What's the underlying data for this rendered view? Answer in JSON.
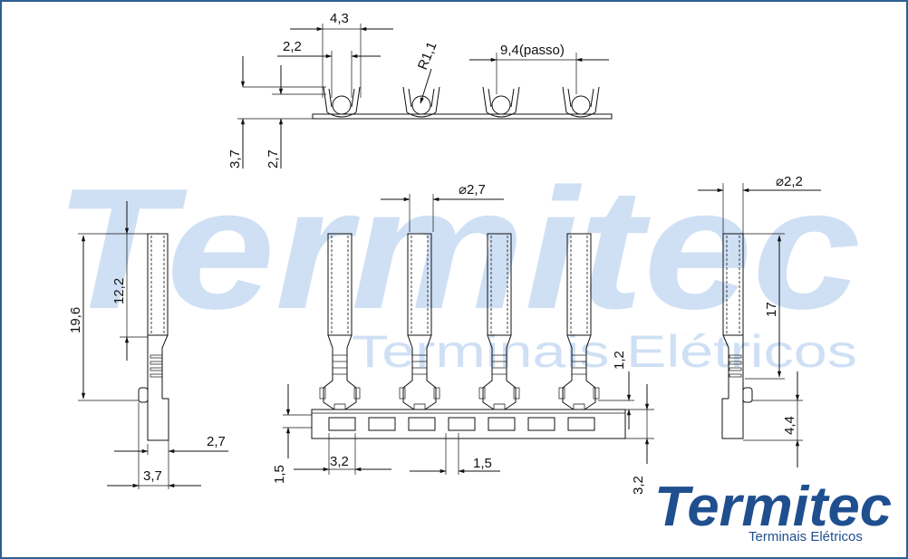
{
  "watermark": {
    "brand": "Termitec",
    "tagline": "Terminais Elétricos",
    "color": "#cfe0f5"
  },
  "logo": {
    "brand": "Termitec",
    "tagline": "Terminais Elétricos",
    "color": "#1f4f8f"
  },
  "dimensions": {
    "top_4_3": "4,3",
    "top_2_2": "2,2",
    "top_r1_1": "R1,1",
    "top_pitch": "9,4(passo)",
    "top_3_7": "3,7",
    "top_2_7": "2,7",
    "left_19_6": "19,6",
    "left_12_2": "12,2",
    "left_2_7": "2,7",
    "left_3_7": "3,7",
    "front_dia_2_7": "⌀2,7",
    "front_1_5_v": "1,5",
    "front_3_2_h": "3,2",
    "front_1_5_h": "1,5",
    "front_1_2": "1,2",
    "front_3_2_v": "3,2",
    "right_dia_2_2": "⌀2,2",
    "right_17": "17",
    "right_4_4": "4,4"
  },
  "colors": {
    "frame": "#2f5f8f",
    "line": "#111111"
  }
}
